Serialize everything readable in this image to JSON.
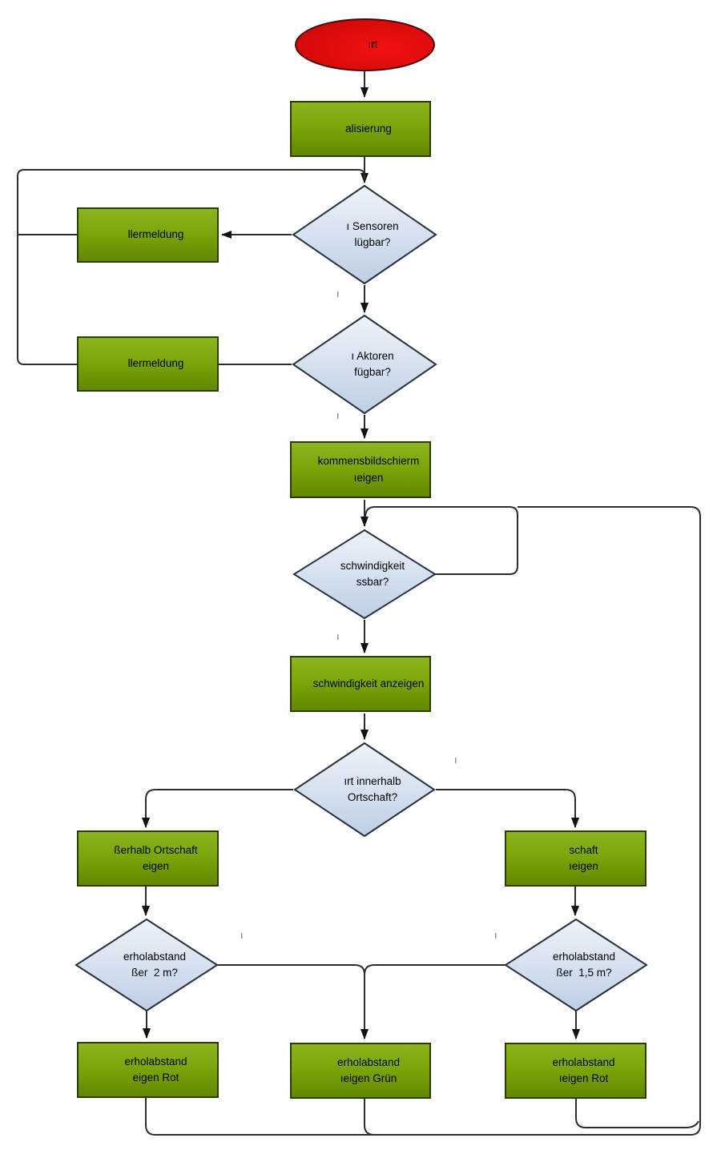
{
  "diagram_type": "flowchart",
  "colors": {
    "background": "#ffffff",
    "terminator_fill": "#da0b0b",
    "terminator_border": "#460909",
    "process_fill_top": "#8cb51e",
    "process_fill_bottom": "#628700",
    "process_border": "#2d3b08",
    "decision_fill_top": "#eff3fa",
    "decision_fill_bottom": "#bdcfe5",
    "decision_border": "#25303d",
    "edge_color": "#2d2d2d",
    "edge_label_color": "#757575"
  },
  "nodes": {
    "start": {
      "type": "terminator",
      "label": "ırt"
    },
    "init": {
      "type": "process",
      "label": "alisierung"
    },
    "sensors_check": {
      "type": "decision",
      "label": "ı Sensoren\nlügbar?"
    },
    "error_sensors": {
      "type": "process",
      "label": "llermeldung"
    },
    "actuators_check": {
      "type": "decision",
      "label": "ı Aktoren\nfügbar?"
    },
    "error_actuators": {
      "type": "process",
      "label": "llermeldung"
    },
    "welcome": {
      "type": "process",
      "label": "kommensbildschierm\nıeigen"
    },
    "speed_check": {
      "type": "decision",
      "label": "schwindigkeit\nssbar?"
    },
    "speed_display": {
      "type": "process",
      "label": "schwindigkeit anzeigen"
    },
    "location_check": {
      "type": "decision",
      "label": "ırt innerhalb\nOrtschaft?"
    },
    "outside_display": {
      "type": "process",
      "label": "ßerhalb Ortschaft\neigen"
    },
    "inside_display": {
      "type": "process",
      "label": "schaft\nıeigen"
    },
    "distance_check_2m": {
      "type": "decision",
      "label": "erholabstand\nßer  2 m?"
    },
    "distance_check_15m": {
      "type": "decision",
      "label": "erholabstand\nßer  1,5 m?"
    },
    "distance_red_left": {
      "type": "process",
      "label": "erholabstand\neigen Rot"
    },
    "distance_green": {
      "type": "process",
      "label": "erholabstand\nıeigen Grün"
    },
    "distance_red_right": {
      "type": "process",
      "label": "erholabstand\nıeigen Rot"
    }
  },
  "edge_labels": [
    "ı",
    "ı",
    "ı",
    "ı",
    "ı",
    "ı"
  ]
}
